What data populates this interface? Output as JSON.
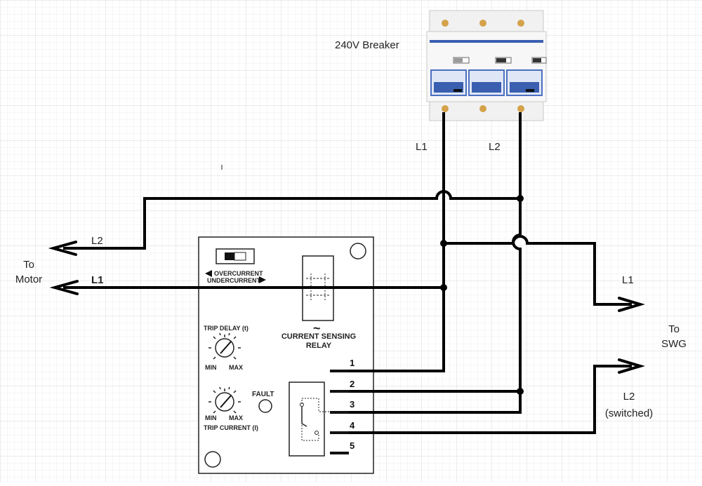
{
  "breaker": {
    "label": "240V Breaker"
  },
  "feeds": {
    "l1_label": "L1",
    "l2_label": "L2"
  },
  "motor": {
    "label_line1": "To",
    "label_line2": "Motor",
    "l1_label": "L1",
    "l2_label": "L2"
  },
  "swg": {
    "label_line1": "To",
    "label_line2": "SWG",
    "l1_label": "L1",
    "l2_label_line1": "L2",
    "l2_label_line2": "(switched)"
  },
  "relay": {
    "mode_overcurrent": "OVERCURRENT",
    "mode_undercurrent": "UNDERCURRENT",
    "tilde": "~",
    "title_line1": "CURRENT SENSING",
    "title_line2": "RELAY",
    "trip_delay_label": "TRIP DELAY (t)",
    "trip_current_label": "TRIP CURRENT (I)",
    "min_label": "MIN",
    "max_label": "MAX",
    "fault_label": "FAULT",
    "terminals": [
      "1",
      "2",
      "3",
      "4",
      "5"
    ]
  },
  "colors": {
    "wire": "#000000",
    "grid": "#e3e3e3",
    "breaker_blue": "#3a5fb0",
    "screw": "#d4a24a"
  }
}
